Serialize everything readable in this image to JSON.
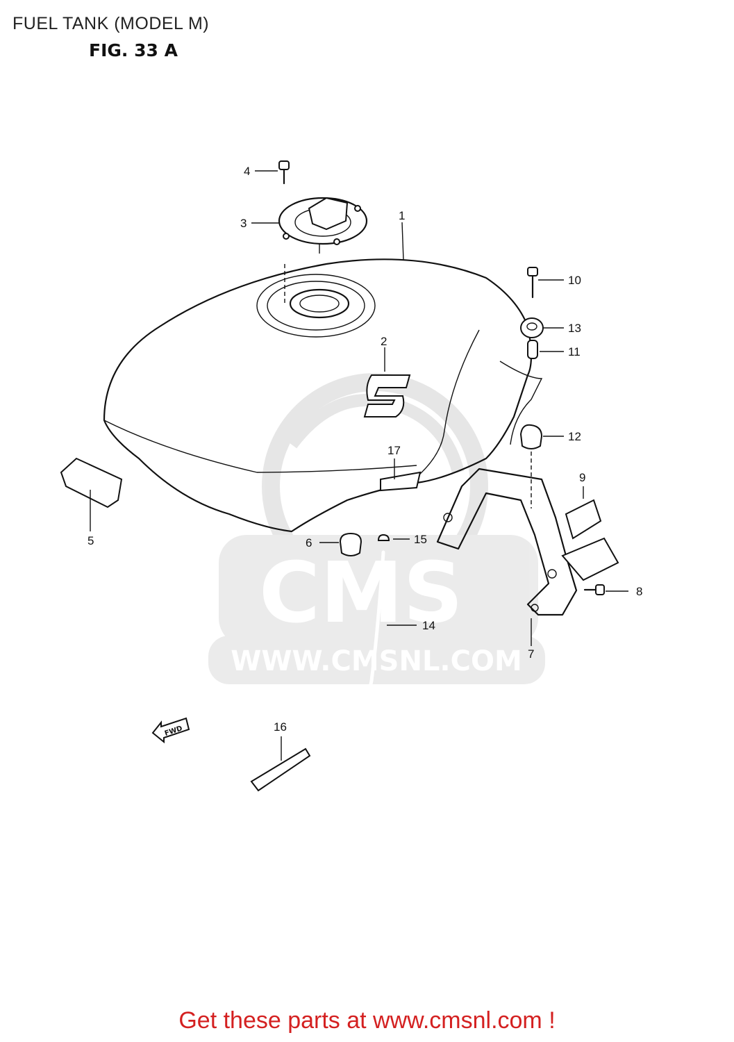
{
  "header": {
    "title": "FUEL TANK (MODEL M)",
    "figure": "FIG. 33 A"
  },
  "watermark": {
    "text": "WWW.CMSNL.COM",
    "logo_text": "CMS"
  },
  "fwd_arrow": "FWD",
  "callouts": [
    {
      "label": "1"
    },
    {
      "label": "2"
    },
    {
      "label": "3"
    },
    {
      "label": "4"
    },
    {
      "label": "5"
    },
    {
      "label": "6"
    },
    {
      "label": "7"
    },
    {
      "label": "8"
    },
    {
      "label": "9"
    },
    {
      "label": "10"
    },
    {
      "label": "11"
    },
    {
      "label": "12"
    },
    {
      "label": "13"
    },
    {
      "label": "14"
    },
    {
      "label": "15"
    },
    {
      "label": "16"
    },
    {
      "label": "17"
    }
  ],
  "footer": {
    "text": "Get these parts at www.cmsnl.com !",
    "color": "#d42020"
  },
  "colors": {
    "line": "#111111",
    "watermark": "#d9d9d9"
  }
}
